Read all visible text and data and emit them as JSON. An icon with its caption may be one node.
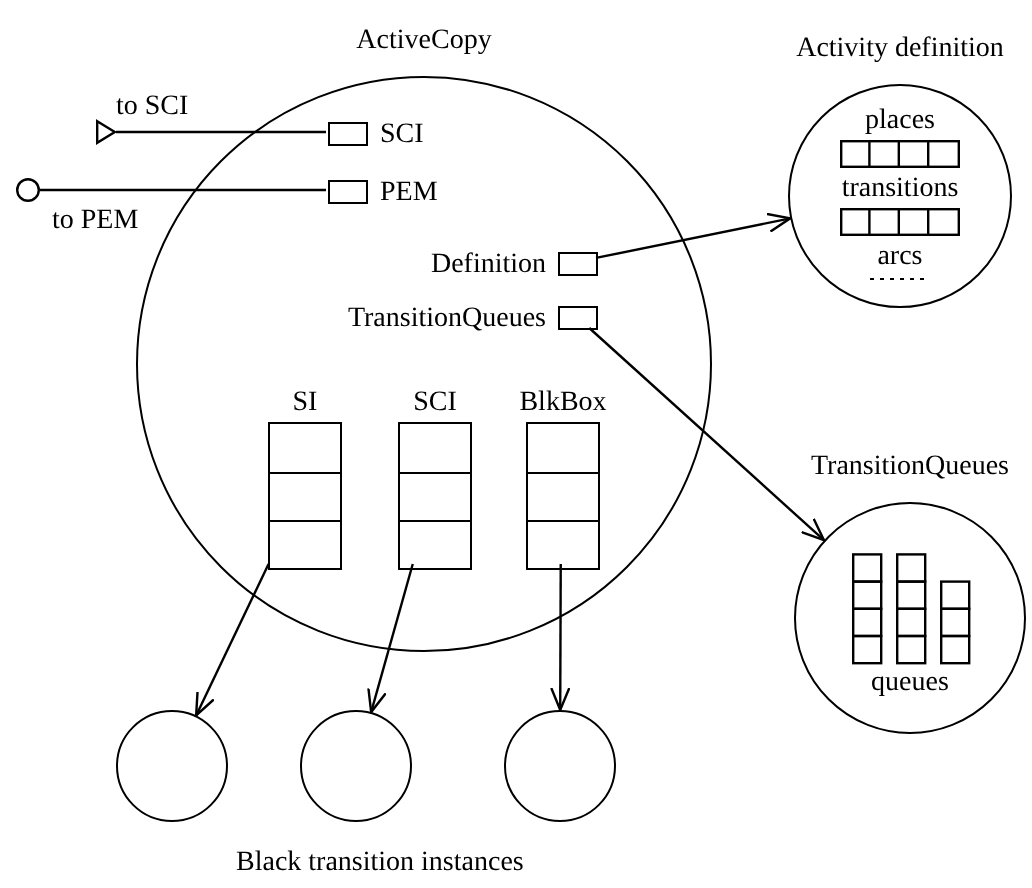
{
  "diagram": {
    "nodes": [
      {
        "text": [
          "ActiveCopy"
        ]
      },
      {
        "text": [
          "to SCI"
        ]
      },
      {
        "text": [
          "to PEM"
        ]
      },
      {
        "text": [
          "SCI"
        ],
        "in": 0
      },
      {
        "text": [
          "PEM"
        ],
        "in": 0
      },
      {
        "text": [
          "Definition"
        ],
        "in": 0
      },
      {
        "text": [
          "TransitionQueues"
        ],
        "in": 0
      },
      {
        "text": [
          "SI"
        ],
        "in": 0
      },
      {
        "text": [
          "SCI"
        ],
        "in": 0
      },
      {
        "text": [
          "BlkBox"
        ],
        "in": 0
      },
      {
        "text": [
          "Activity definition",
          "places",
          "transitions",
          "arcs"
        ]
      },
      {
        "text": [
          "TransitionQueues",
          "queues"
        ]
      },
      {
        "text": [],
        "shape": "circle"
      },
      {
        "text": [],
        "shape": "circle"
      },
      {
        "text": [],
        "shape": "circle"
      }
    ],
    "edges": [
      {
        "from": 1,
        "to": 3,
        "arrow": "none"
      },
      {
        "from": 2,
        "to": 4,
        "arrow": "none"
      },
      {
        "from": 5,
        "to": 10,
        "arrow": "to"
      },
      {
        "from": 6,
        "to": 11,
        "arrow": "to"
      },
      {
        "from": 7,
        "to": 12,
        "arrow": "to"
      },
      {
        "from": 8,
        "to": 13,
        "arrow": "to"
      },
      {
        "from": 9,
        "to": 14,
        "arrow": "to"
      }
    ],
    "labels": [
      "Black transition instances"
    ]
  }
}
